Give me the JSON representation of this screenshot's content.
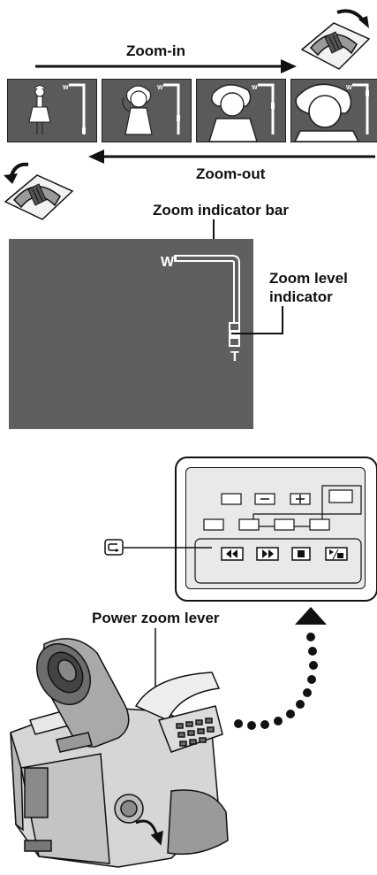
{
  "labels": {
    "zoom_in": "Zoom-in",
    "zoom_out": "Zoom-out",
    "zoom_indicator_bar": "Zoom indicator bar",
    "zoom_level_indicator_line1": "Zoom level",
    "zoom_level_indicator_line2": "indicator",
    "power_zoom_lever": "Power zoom lever",
    "wide_mark": "W",
    "tele_mark": "T"
  },
  "frames": [
    {
      "zoom_level": 0.25
    },
    {
      "zoom_level": 0.5
    },
    {
      "zoom_level": 0.75
    },
    {
      "zoom_level": 1.0
    }
  ],
  "lcd_zoom_level": 0.85,
  "colors": {
    "screen": "#5f5f5f",
    "ink": "#111111",
    "white": "#ffffff"
  },
  "icons": {
    "rewind": "rewind-icon",
    "fast_forward": "fast-forward-icon",
    "stop": "stop-icon",
    "play_pause": "play-pause-icon",
    "loop": "loop-icon",
    "minus": "minus-icon",
    "plus": "plus-icon"
  }
}
